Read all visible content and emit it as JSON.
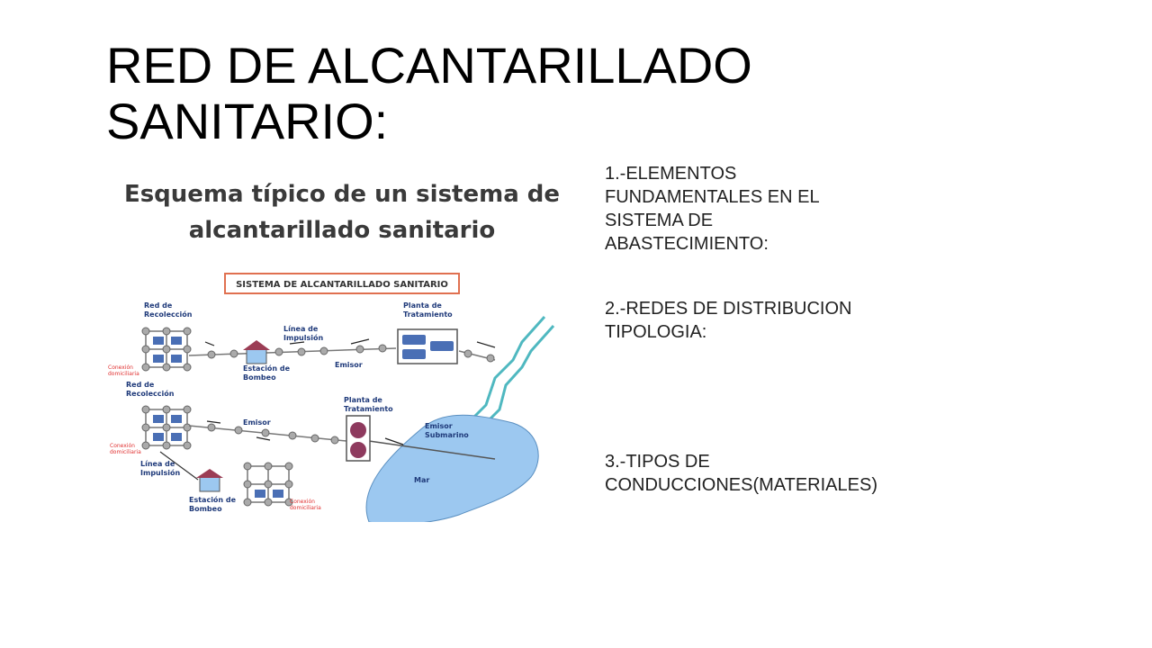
{
  "slide": {
    "title_line1": "RED DE ALCANTARILLADO",
    "title_line2": "SANITARIO:"
  },
  "figure": {
    "heading_line1": "Esquema típico de un sistema de",
    "heading_line2": "alcantarillado sanitario",
    "box_title": "SISTEMA DE ALCANTARILLADO SANITARIO",
    "labels": {
      "red1_a": "Red de",
      "red1_b": "Recolección",
      "linea1_a": "Línea de",
      "linea1_b": "Impulsión",
      "planta1_a": "Planta de",
      "planta1_b": "Tratamiento",
      "estacion1_a": "Estación de",
      "estacion1_b": "Bombeo",
      "emisor1": "Emisor",
      "conexion1_a": "Conexión",
      "conexion1_b": "domiciliaria",
      "red2_a": "Red de",
      "red2_b": "Recolección",
      "emisor2": "Emisor",
      "planta2_a": "Planta de",
      "planta2_b": "Tratamiento",
      "submarino_a": "Emisor",
      "submarino_b": "Submarino",
      "conexion2_a": "Conexión",
      "conexion2_b": "domiciliaria",
      "linea2_a": "Línea de",
      "linea2_b": "Impulsión",
      "estacion2_a": "Estación de",
      "estacion2_b": "Bombeo",
      "conexion3_a": "Conexión",
      "conexion3_b": "domiciliaria",
      "mar": "Mar"
    },
    "colors": {
      "building": "#4a6fb5",
      "sea": "#9cc8f0",
      "river": "#4fb8c0",
      "station_roof": "#9b3d55",
      "pipe_node": "#aaaaaa",
      "conexion_label": "#e03030",
      "box_border": "#e07050",
      "tank_circle": "#8e3a5e"
    }
  },
  "points": {
    "p1_l1": "1.-ELEMENTOS",
    "p1_l2": "FUNDAMENTALES EN EL",
    "p1_l3": "SISTEMA DE",
    "p1_l4": "ABASTECIMIENTO:",
    "p2_l1": "2.-REDES DE DISTRIBUCION",
    "p2_l2": "TIPOLOGIA:",
    "p3_l1": "3.-TIPOS DE",
    "p3_l2": "CONDUCCIONES(MATERIALES)"
  }
}
